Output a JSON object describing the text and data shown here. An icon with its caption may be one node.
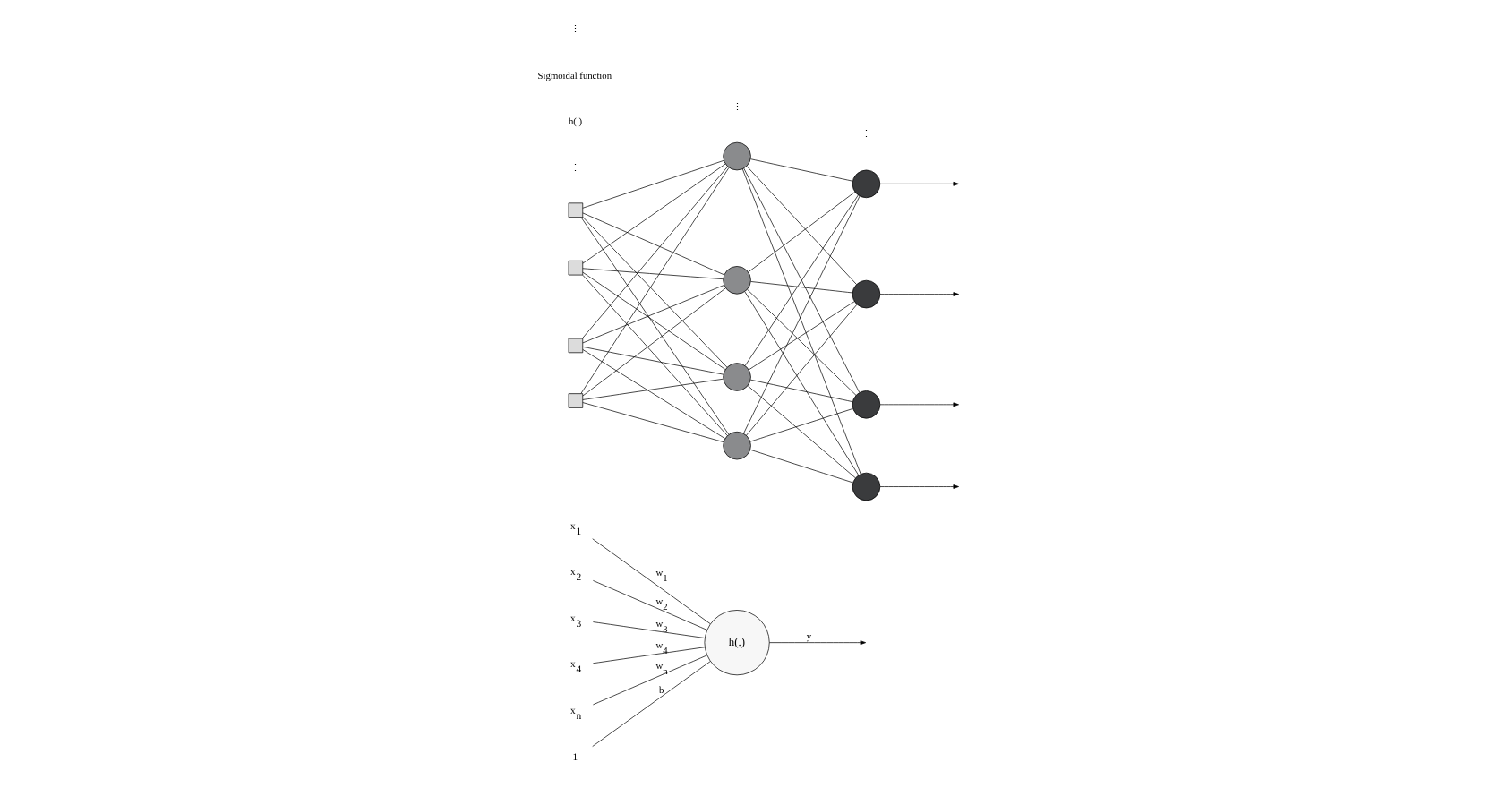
{
  "diagram": {
    "nodes": [
      {
        "text": [
          "x$_{1}$"
        ]
      },
      {
        "text": [
          "x$_{2}$"
        ]
      },
      {
        "text": [
          "x$_{3}$"
        ]
      },
      {
        "text": [
          "x$_{4}$"
        ]
      },
      {
        "text": [
          "x$_{n}$"
        ]
      },
      {
        "text": [
          "1"
        ]
      },
      {
        "text": [
          "h(.)"
        ]
      },
      {
        "text": [],
        "shape": "box"
      },
      {
        "text": [],
        "shape": "box"
      },
      {
        "text": [],
        "shape": "box"
      },
      {
        "text": [],
        "shape": "box"
      },
      {
        "text": [],
        "shape": "circle"
      },
      {
        "text": [],
        "shape": "circle"
      },
      {
        "text": [],
        "shape": "circle"
      },
      {
        "text": [],
        "shape": "circle"
      },
      {
        "text": [],
        "shape": "circle"
      },
      {
        "text": [],
        "shape": "circle"
      },
      {
        "text": [],
        "shape": "circle"
      },
      {
        "text": [],
        "shape": "circle"
      }
    ],
    "edges": [
      {
        "from": 0,
        "to": 6,
        "arrow": "none",
        "label": "w$_{1}$"
      },
      {
        "from": 1,
        "to": 6,
        "arrow": "none",
        "label": "w$_{2}$"
      },
      {
        "from": 2,
        "to": 6,
        "arrow": "none",
        "label": "w$_{3}$"
      },
      {
        "from": 3,
        "to": 6,
        "arrow": "none",
        "label": "w$_{4}$"
      },
      {
        "from": 4,
        "to": 6,
        "arrow": "none",
        "label": "w$_{n}$"
      },
      {
        "from": 5,
        "to": 6,
        "arrow": "none",
        "label": "b"
      },
      {
        "from": 6,
        "to": null,
        "arrow": "to",
        "label": "y"
      },
      {
        "from": 7,
        "to": 11,
        "arrow": "none"
      },
      {
        "from": 7,
        "to": 12,
        "arrow": "none"
      },
      {
        "from": 7,
        "to": 13,
        "arrow": "none"
      },
      {
        "from": 7,
        "to": 14,
        "arrow": "none"
      },
      {
        "from": 8,
        "to": 11,
        "arrow": "none"
      },
      {
        "from": 8,
        "to": 12,
        "arrow": "none"
      },
      {
        "from": 8,
        "to": 13,
        "arrow": "none"
      },
      {
        "from": 8,
        "to": 14,
        "arrow": "none"
      },
      {
        "from": 9,
        "to": 11,
        "arrow": "none"
      },
      {
        "from": 9,
        "to": 12,
        "arrow": "none"
      },
      {
        "from": 9,
        "to": 13,
        "arrow": "none"
      },
      {
        "from": 9,
        "to": 14,
        "arrow": "none"
      },
      {
        "from": 10,
        "to": 11,
        "arrow": "none"
      },
      {
        "from": 10,
        "to": 12,
        "arrow": "none"
      },
      {
        "from": 10,
        "to": 13,
        "arrow": "none"
      },
      {
        "from": 10,
        "to": 14,
        "arrow": "none"
      },
      {
        "from": 11,
        "to": 15,
        "arrow": "none"
      },
      {
        "from": 11,
        "to": 16,
        "arrow": "none"
      },
      {
        "from": 11,
        "to": 17,
        "arrow": "none"
      },
      {
        "from": 11,
        "to": 18,
        "arrow": "none"
      },
      {
        "from": 12,
        "to": 15,
        "arrow": "none"
      },
      {
        "from": 12,
        "to": 16,
        "arrow": "none"
      },
      {
        "from": 12,
        "to": 17,
        "arrow": "none"
      },
      {
        "from": 12,
        "to": 18,
        "arrow": "none"
      },
      {
        "from": 13,
        "to": 15,
        "arrow": "none"
      },
      {
        "from": 13,
        "to": 16,
        "arrow": "none"
      },
      {
        "from": 13,
        "to": 17,
        "arrow": "none"
      },
      {
        "from": 13,
        "to": 18,
        "arrow": "none"
      },
      {
        "from": 14,
        "to": 15,
        "arrow": "none"
      },
      {
        "from": 14,
        "to": 16,
        "arrow": "none"
      },
      {
        "from": 14,
        "to": 17,
        "arrow": "none"
      },
      {
        "from": 14,
        "to": 18,
        "arrow": "none"
      },
      {
        "from": 15,
        "to": null,
        "arrow": "to"
      },
      {
        "from": 16,
        "to": null,
        "arrow": "to"
      },
      {
        "from": 17,
        "to": null,
        "arrow": "to"
      },
      {
        "from": 18,
        "to": null,
        "arrow": "to"
      }
    ],
    "labels": [
      "⋮",
      "h(.)",
      "Sigmoidal function",
      "⋮",
      "⋮",
      "⋮"
    ]
  }
}
